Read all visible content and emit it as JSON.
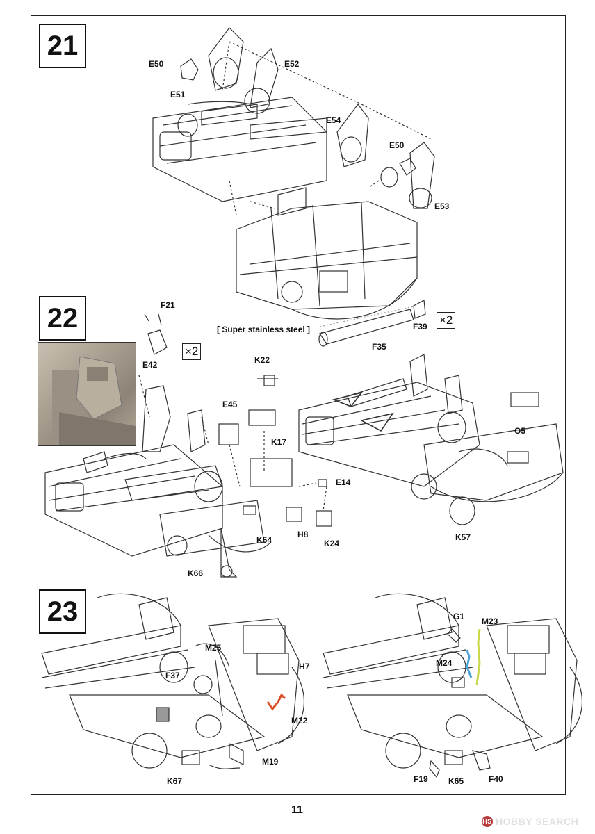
{
  "steps": {
    "s21": {
      "number": "21"
    },
    "s22": {
      "number": "22",
      "qty": "×2",
      "qty2": "×2",
      "material_note": "[ Super stainless steel ]"
    },
    "s23": {
      "number": "23"
    }
  },
  "labels21": {
    "E50a": "E50",
    "E51": "E51",
    "E52": "E52",
    "E54": "E54",
    "E50b": "E50",
    "E53": "E53"
  },
  "labels22": {
    "F21": "F21",
    "E42": "E42",
    "F39": "F39",
    "F35": "F35",
    "K22": "K22",
    "E45": "E45",
    "K17": "K17",
    "O5": "O5",
    "E14": "E14",
    "K54": "K54",
    "H8": "H8",
    "K24": "K24",
    "K57": "K57",
    "K66": "K66"
  },
  "labels23": {
    "M25": "M25",
    "H7": "H7",
    "F37": "F37",
    "M22": "M22",
    "M19": "M19",
    "K67": "K67",
    "G1": "G1",
    "M23": "M23",
    "M24": "M24",
    "F19": "F19",
    "K65": "K65",
    "F40": "F40"
  },
  "page": {
    "number": "11"
  },
  "watermark": {
    "text": "HOBBY SEARCH"
  },
  "colors": {
    "highlight_red": "#d9502a",
    "highlight_blue": "#4aa3d8",
    "highlight_yellow": "#c9d84a"
  }
}
